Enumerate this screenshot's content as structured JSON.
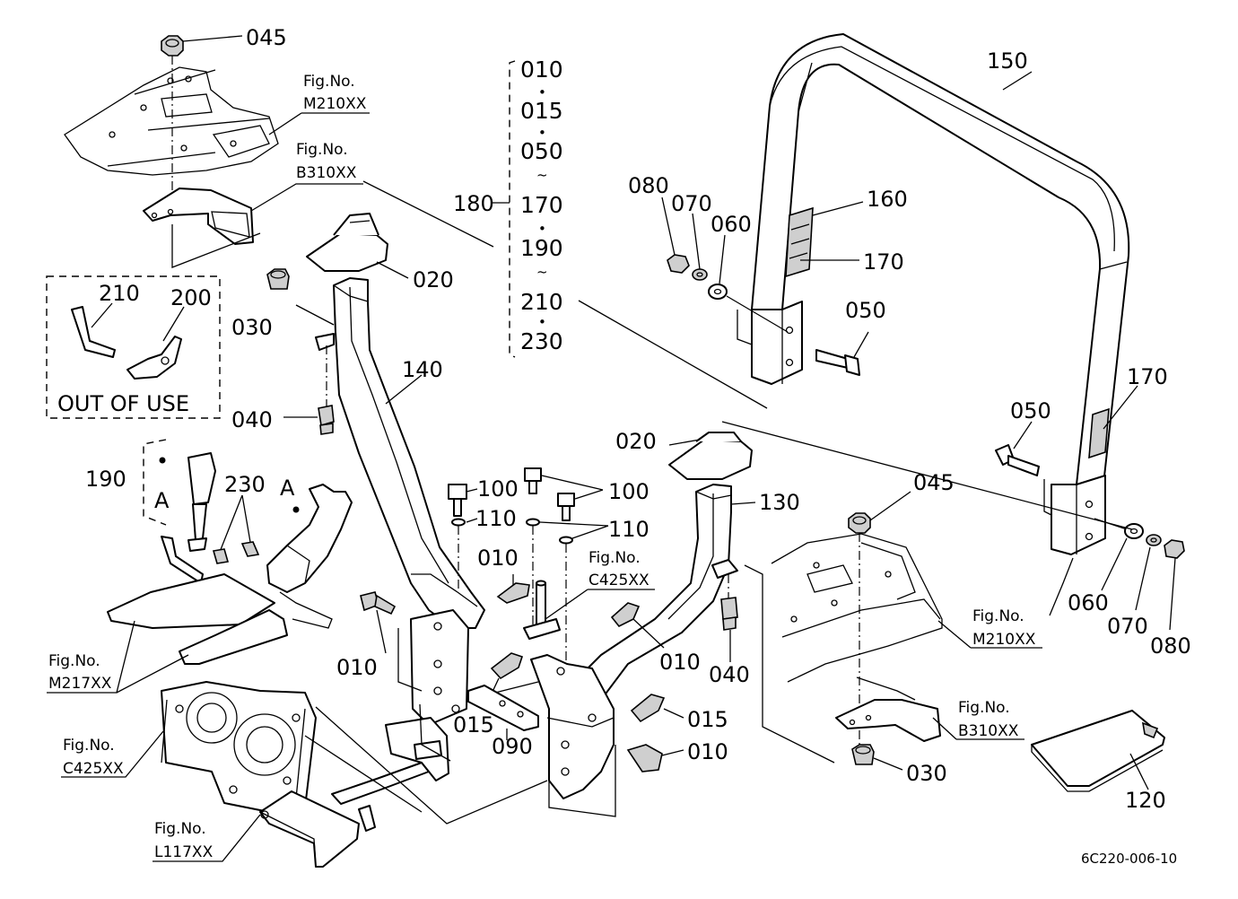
{
  "callouts": {
    "c045_top": "045",
    "c045_right": "045",
    "c010_a": "010",
    "c015_a": "015",
    "c050_a": "050",
    "c170_a": "170",
    "c190_a": "190",
    "c210_a": "210",
    "c230_a": "230",
    "c180": "180",
    "c020_top": "020",
    "c020_mid": "020",
    "c030_left": "030",
    "c030_right": "030",
    "c040_left": "040",
    "c040_right": "040",
    "c140": "140",
    "c130": "130",
    "c150": "150",
    "c160": "160",
    "c170_top": "170",
    "c170_right": "170",
    "c080_top": "080",
    "c070_top": "070",
    "c060_top": "060",
    "c050_top": "050",
    "c050_right": "050",
    "c060_bot": "060",
    "c070_bot": "070",
    "c080_bot": "080",
    "c100_a": "100",
    "c100_b": "100",
    "c110_a": "110",
    "c110_b": "110",
    "c010_m1": "010",
    "c010_m2": "010",
    "c010_m3": "010",
    "c010_m4": "010",
    "c015_m1": "015",
    "c015_m2": "015",
    "c090": "090",
    "c120": "120",
    "c190": "190",
    "c230": "230",
    "c210": "210",
    "c200": "200",
    "a_left": "A",
    "a_right": "A"
  },
  "range_list": [
    "010",
    "015",
    "050",
    "170",
    "190",
    "210",
    "230"
  ],
  "range_separators": [
    "•",
    "•",
    "~",
    "•",
    "~",
    "•"
  ],
  "out_of_use": "OUT OF USE",
  "fig_refs": [
    {
      "caption": "Fig.No.",
      "code": "M210XX"
    },
    {
      "caption": "Fig.No.",
      "code": "B310XX"
    },
    {
      "caption": "Fig.No.",
      "code": "C425XX"
    },
    {
      "caption": "Fig.No.",
      "code": "M210XX"
    },
    {
      "caption": "Fig.No.",
      "code": "B310XX"
    },
    {
      "caption": "Fig.No.",
      "code": "M217XX"
    },
    {
      "caption": "Fig.No.",
      "code": "C425XX"
    },
    {
      "caption": "Fig.No.",
      "code": "L117XX"
    }
  ],
  "drawing_code": "6C220-006-10"
}
